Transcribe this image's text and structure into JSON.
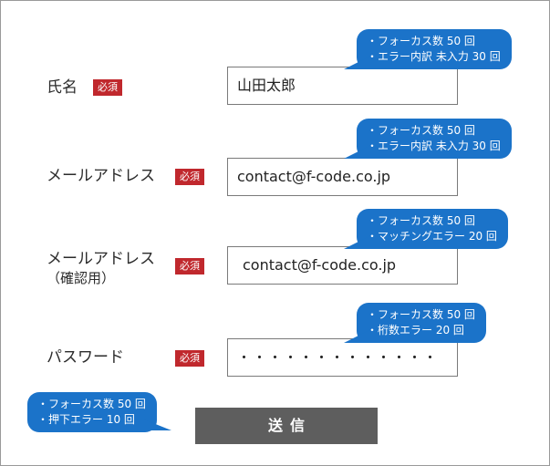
{
  "form": {
    "required_badge": "必須",
    "fields": [
      {
        "label": "氏名",
        "value": "山田太郎",
        "tooltip": [
          "フォーカス数 50 回",
          "エラー内訳 未入力 30 回"
        ]
      },
      {
        "label": "メールアドレス",
        "value": "contact@f-code.co.jp",
        "tooltip": [
          "フォーカス数 50 回",
          "エラー内訳 未入力 30 回"
        ]
      },
      {
        "label": "メールアドレス",
        "sublabel": "（確認用）",
        "value": "contact@f-code.co.jp",
        "tooltip": [
          "フォーカス数 50 回",
          "マッチングエラー 20 回"
        ]
      },
      {
        "label": "パスワード",
        "value": "・・・・・・・・・・・・・",
        "tooltip": [
          "フォーカス数 50 回",
          "桁数エラー 20 回"
        ]
      }
    ],
    "submit": {
      "label": "送信",
      "tooltip": [
        "フォーカス数 50 回",
        "押下エラー 10 回"
      ]
    }
  },
  "colors": {
    "badge": "#c0282d",
    "bubble": "#1b73c9",
    "button": "#5e5e5e"
  }
}
